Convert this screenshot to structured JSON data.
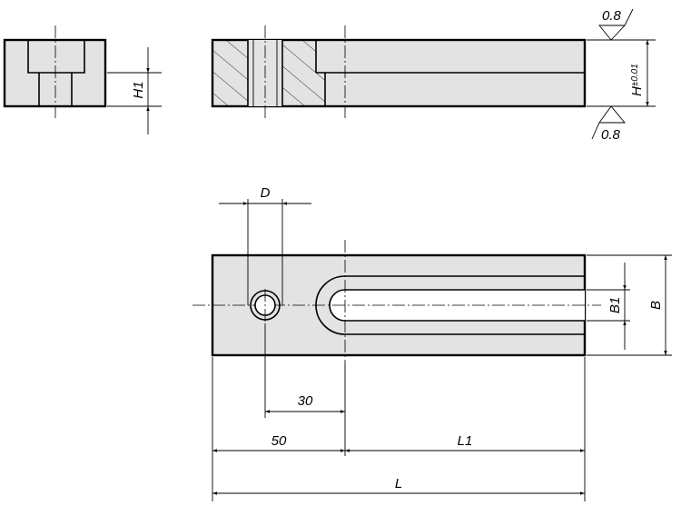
{
  "labels": {
    "h1": "H1",
    "h": "H",
    "h_tol": "±0.01",
    "roughness_top": "0.8",
    "roughness_bottom": "0.8",
    "d": "D",
    "b1": "B1",
    "b": "B",
    "dim_30": "30",
    "dim_50": "50",
    "l1": "L1",
    "l": "L"
  }
}
